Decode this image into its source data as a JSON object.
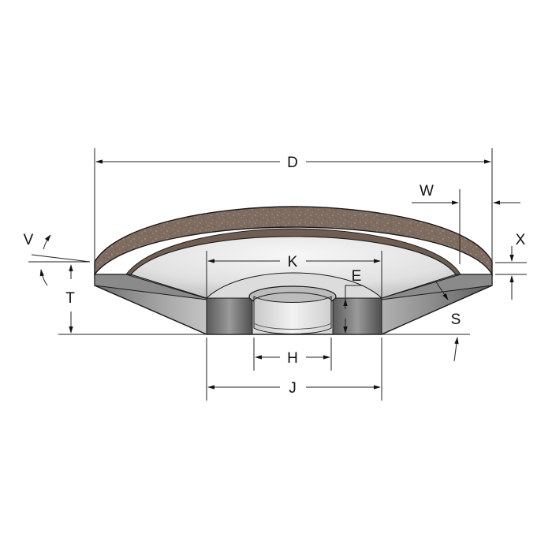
{
  "diagram": {
    "labels": {
      "D": "D",
      "W": "W",
      "X": "X",
      "V": "V",
      "K": "K",
      "E": "E",
      "T": "T",
      "S": "S",
      "H": "H",
      "J": "J"
    },
    "colors": {
      "abrasive_rim": "#7d6a5e",
      "body_light": "#e2e2e2",
      "body_mid": "#b8b8b8",
      "body_dark": "#6a6a6a",
      "line": "#1a1a1a"
    }
  }
}
